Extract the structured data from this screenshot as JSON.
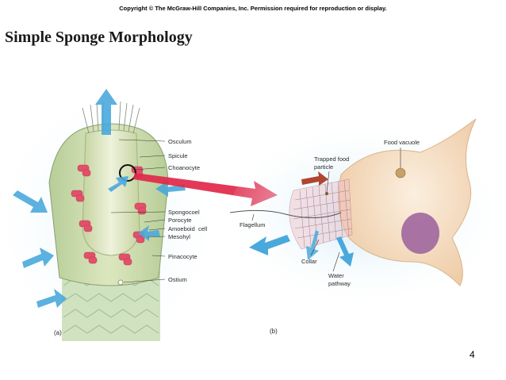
{
  "header": {
    "copyright": "Copyright © The McGraw-Hill Companies, Inc. Permission required for reproduction or display."
  },
  "slide": {
    "title": "Simple Sponge Morphology",
    "number": "4"
  },
  "figure_a": {
    "panel_label": "(a)",
    "labels": {
      "osculum": "Osculum",
      "spicule": "Spicule",
      "choanocyte": "Choanocyte",
      "spongocoel": "Spongocoel",
      "porocyte": "Porocyte",
      "amoeboid_cell": "Amoeboid  cell",
      "mesohyl": "Mesohyl",
      "pinacocyte": "Pinacocyte",
      "ostium": "Ostium"
    }
  },
  "figure_b": {
    "panel_label": "(b)",
    "labels": {
      "food_vacuole": "Food vacuole",
      "trapped_food_1": "Trapped food",
      "trapped_food_2": "particle",
      "flagellum": "Flagellum",
      "collar": "Collar",
      "water_1": "Water",
      "water_2": "pathway"
    }
  },
  "colors": {
    "water_arrow": "#4aa9dc",
    "zoom_arrow": "#e0284a",
    "choanocyte_red": "#e2506a",
    "sponge_body": "#cfdcae",
    "cell_body": "#f3dcc3",
    "nucleus": "#9a5f9c",
    "background_b": "#d2ecf8"
  }
}
